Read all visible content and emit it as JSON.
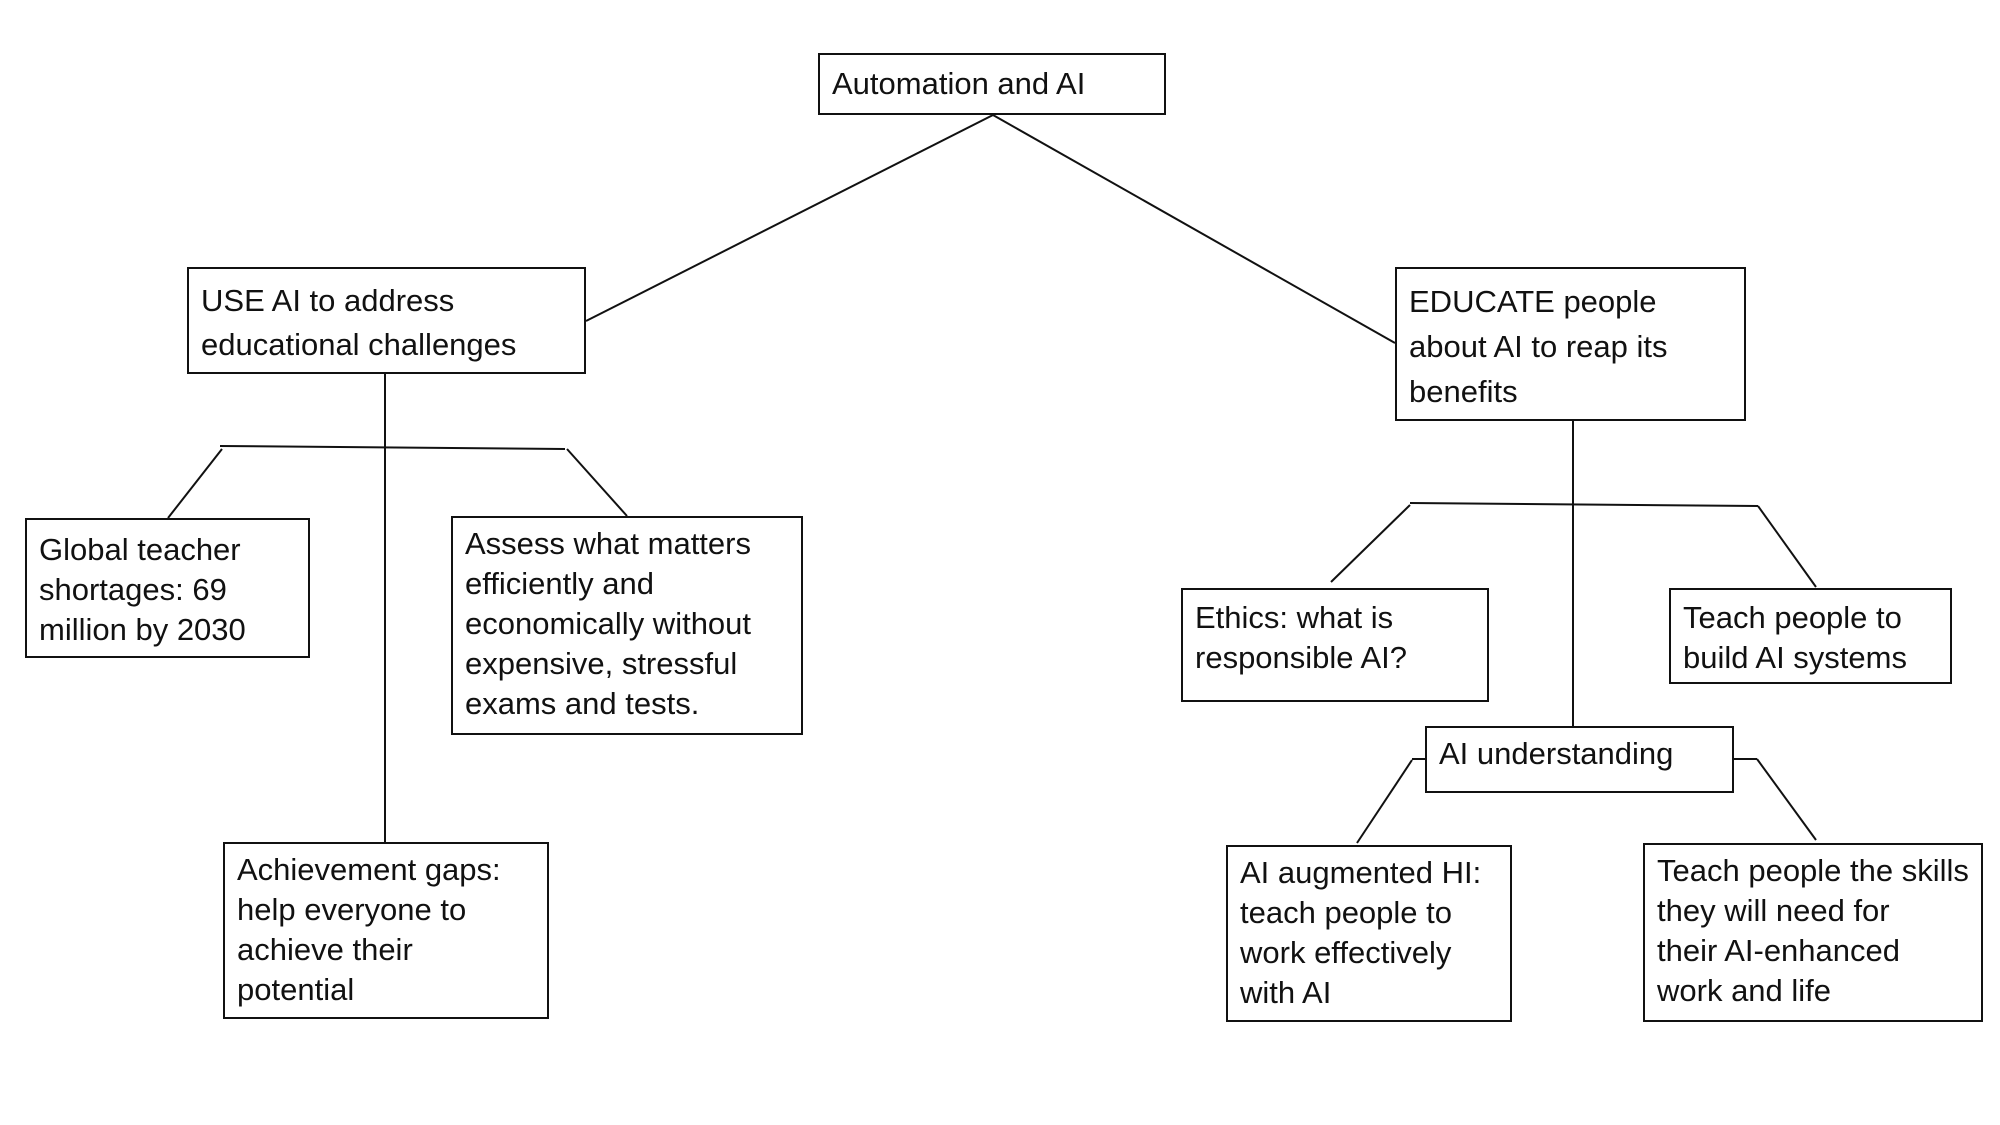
{
  "diagram": {
    "root": "Automation and AI",
    "use_branch": "USE AI to address\neducational challenges",
    "educate_branch": "EDUCATE people\nabout AI to reap its\nbenefits",
    "use_children": {
      "global_teacher": "Global teacher\nshortages: 69\nmillion by 2030",
      "assess": "Assess what matters\nefficiently and\neconomically without\nexpensive, stressful\nexams and tests.",
      "achievement": "Achievement gaps:\nhelp everyone to\nachieve their\npotential"
    },
    "educate_children": {
      "ethics": "Ethics: what is\nresponsible AI?",
      "teach_build": "Teach people to\nbuild AI systems",
      "ai_understanding": "AI understanding"
    },
    "understanding_children": {
      "augmented": "AI augmented HI:\nteach people to\nwork effectively\nwith AI",
      "skills": "Teach people the skills\nthey will need for\ntheir AI-enhanced\nwork and life"
    }
  }
}
